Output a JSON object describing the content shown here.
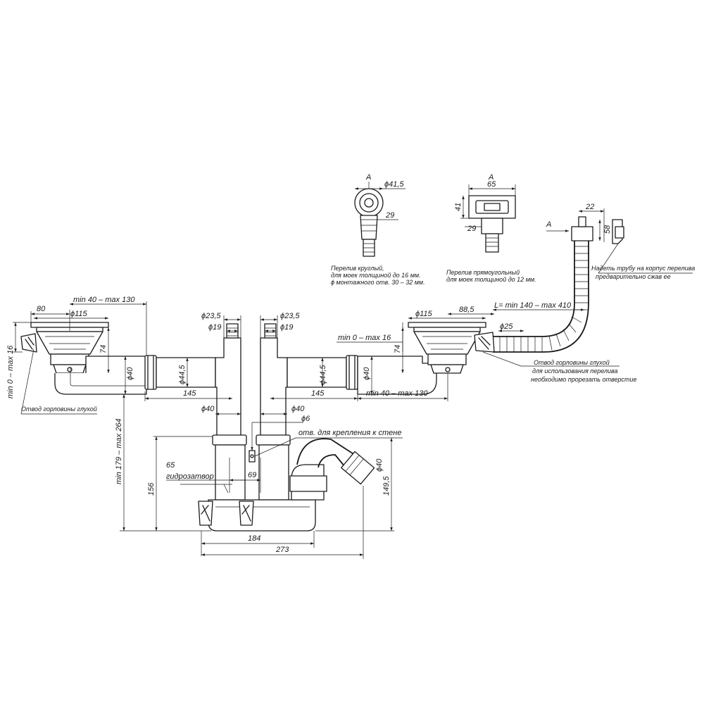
{
  "dims": {
    "d_80": "80",
    "d_phi115_left": "ϕ115",
    "d_min40max130_top": "min 40 – max 130",
    "d_phi23_5_left": "ϕ23,5",
    "d_phi19_left": "ϕ19",
    "d_phi23_5_right": "ϕ23,5",
    "d_phi19_right": "ϕ19",
    "d_phi115_right": "ϕ115",
    "d_88_5": "88,5",
    "d_L": "L= min 140 – max 410",
    "d_min0max16_right": "min 0 – max 16",
    "d_phi25": "ϕ25",
    "d_74_left": "74",
    "d_74_right": "74",
    "d_min0max16_left": "min 0 – max 16",
    "d_phi40_left": "ϕ40",
    "d_phi44_5_left": "ϕ44,5",
    "d_phi44_5_right": "ϕ44,5",
    "d_phi40_right": "ϕ40",
    "d_145_left": "145",
    "d_145_right": "145",
    "d_min40max130_bottom": "min 40 – max 130",
    "d_phi40_drain_left": "ϕ40",
    "d_phi40_drain_right": "ϕ40",
    "d_phi6": "ϕ6",
    "d_min179max264": "min 179 – max 264",
    "d_156": "156",
    "d_65": "65",
    "d_69": "69",
    "d_phi40_outlet": "ϕ40",
    "d_149_5": "149,5",
    "d_184": "184",
    "d_273": "273",
    "d_phi41_5": "ϕ41,5",
    "d_29_round": "29",
    "d_A_round": "A",
    "d_A_rect": "A",
    "d_65_rect": "65",
    "d_41": "41",
    "d_29_rect": "29",
    "d_22": "22",
    "d_58": "58",
    "d_A_arrow": "A"
  },
  "notes": {
    "left_outlet_line1": "Отвод горловины глухой",
    "right_outlet_line1": "Отвод горловины глухой",
    "right_outlet_line2": "для использования перелива",
    "right_outlet_line3": "необходимо прорезать отверстие",
    "wall_mount": "отв. для крепления к стене",
    "water_seal": "гидрозатвор",
    "overflow_round_line1": "Перелив круглый,",
    "overflow_round_line2": "для моек толщиной до 16 мм.",
    "overflow_round_line3": "ϕ монтажного отв. 30 – 32 мм.",
    "overflow_rect_line1": "Перелив прямоугольный",
    "overflow_rect_line2": "для моек толщиной до 12 мм.",
    "hose_note_line1": "Надеть трубу на корпус перелива",
    "hose_note_line2": "предварительно сжав ее"
  }
}
